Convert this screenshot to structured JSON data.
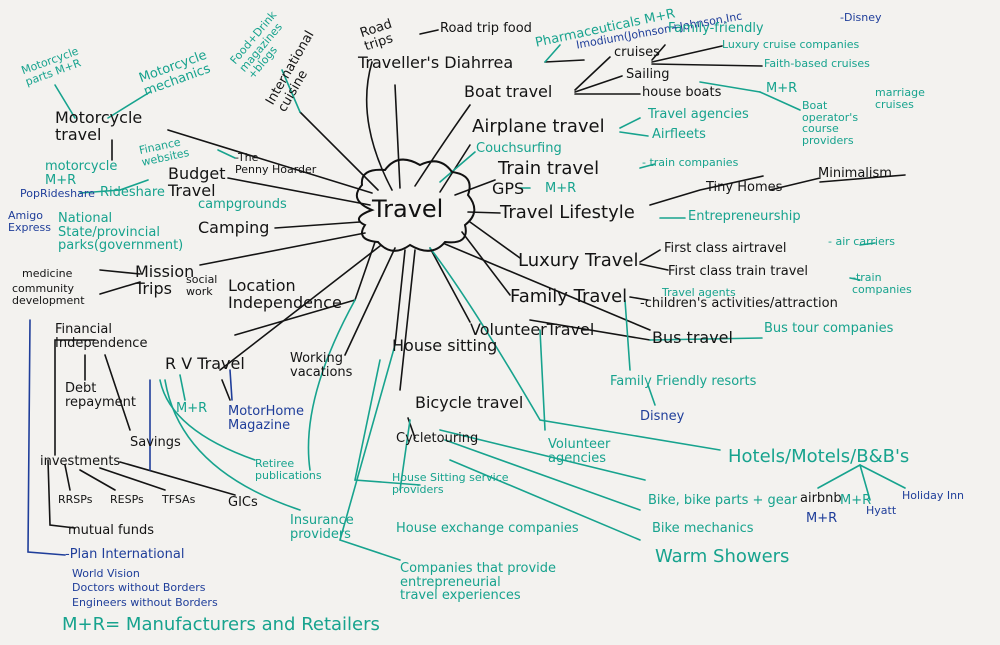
{
  "center": "Travel",
  "colors": {
    "black": "#141414",
    "green": "#17a38e",
    "navy": "#1f3e9a"
  },
  "labels": {
    "road_trips": "Road\ntrips",
    "road_trip_food": "Road trip food",
    "travellers_diarrhea": "Traveller's Diahrrea",
    "pharma": "Pharmaceuticals M+R",
    "imodium": "Imodium(Johnson+Johnson,Inc",
    "international_cuisine": "International\ncuisine",
    "food_drink": "Food+Drink\nmagazines\n+blogs",
    "cruises": "cruises",
    "family_friendly": "Family-friendly",
    "disney_top": "-Disney",
    "luxury_cruise": "Luxury cruise companies",
    "faith_based": "Faith-based cruises",
    "marriage_cruises": "marriage\ncruises",
    "sailing": "Sailing",
    "house_boats": "house boats",
    "boat_travel": "Boat travel",
    "mr_boats": "M+R",
    "boat_operators": "Boat\noperator's\ncourse\nproviders",
    "motorcycle_parts": "Motorcycle\nparts M+R",
    "motorcycle_mechanics": "Motorcycle\nmechanics",
    "motorcycle_travel": "Motorcycle\ntravel",
    "motorcycle_mr": "motorcycle\nM+R",
    "airplane_travel": "Airplane travel",
    "travel_agencies_air": "Travel agencies",
    "airfleets": "Airfleets",
    "couchsurfing": "Couchsurfing",
    "train_travel": "Train travel",
    "train_companies": "- train companies",
    "gps": "GPS",
    "gps_mr": "M+R",
    "finance_websites": "Finance\nwebsites",
    "penny_hoarder": "-The\nPenny Hoarder",
    "budget_travel": "Budget\nTravel",
    "poprideshare": "PopRideshare",
    "rideshare": "Rideshare",
    "campgrounds": "campgrounds",
    "tiny_homes": "Tiny Homes",
    "minimalism": "Minimalism",
    "travel_lifestyle": "Travel Lifestyle",
    "entrepreneurship": "Entrepreneurship",
    "amigo_express": "Amigo\nExpress",
    "national_parks": "National\nState/provincial\nparks(government)",
    "camping": "Camping",
    "luxury_travel": "Luxury Travel",
    "first_class_air": "First class airtravel",
    "air_carriers": "- air carriers",
    "first_class_train": "First class train travel",
    "train_companies_2": "-train\ncompanies",
    "travel_agents": "Travel agents",
    "medicine": "medicine",
    "community_development": "community\ndevelopment",
    "mission_trips": "Mission\nTrips",
    "social_work": "social\nwork",
    "location_independence": "Location\nIndependence",
    "family_travel": "Family Travel",
    "childrens_activities": "-children's activities/attraction",
    "financial_independence": "Financial\nIndependence",
    "volunteer_travel": "VolunteerTravel",
    "house_sitting": "House sitting",
    "bus_travel": "Bus travel",
    "bus_tour_companies": "Bus tour companies",
    "rv_travel": "R V Travel",
    "rv_mr": "M+R",
    "motorhome_magazine": "MotorHome\nMagazine",
    "working_vacations": "Working\nvacations",
    "family_friendly_resorts": "Family Friendly resorts",
    "disney_resorts": "Disney",
    "debt_repayment": "Debt\nrepayment",
    "bicycle_travel": "Bicycle travel",
    "savings": "Savings",
    "investments": "investments",
    "cycletouring": "Cycletouring",
    "volunteer_agencies": "Volunteer\nagencies",
    "hotels": "Hotels/Motels/B&B's",
    "retiree_publications": "Retiree\npublications",
    "house_sitting_providers": "House Sitting service\nproviders",
    "airbnb": "airbnb",
    "airbnb_mr": "M+R",
    "hyatt": "Hyatt",
    "holiday_inn": "Holiday Inn",
    "rrsps": "RRSPs",
    "resps": "RESPs",
    "tfsas": "TFSAs",
    "gics": "GICs",
    "insurance_providers": "Insurance\nproviders",
    "bike_parts": "Bike, bike parts + gear",
    "bike_mr": "M+R",
    "bike_mechanics": "Bike mechanics",
    "mutual_funds": "mutual funds",
    "house_exchange": "House exchange companies",
    "warm_showers": "Warm Showers",
    "plan_international": "-Plan International",
    "world_vision": "World Vision",
    "doctors_without_borders": "Doctors without Borders",
    "engineers_without_borders": "Engineers without Borders",
    "entrepreneurial_companies": "Companies that provide\nentrepreneurial\ntravel experiences",
    "legend": "M+R= Manufacturers and Retailers"
  }
}
